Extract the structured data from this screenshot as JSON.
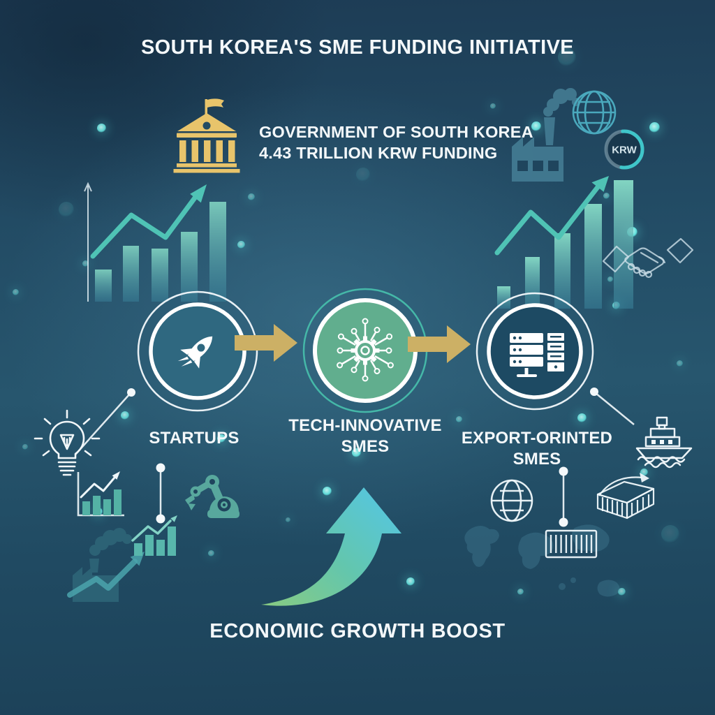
{
  "title": "SOUTH KOREA'S SME FUNDING INITIATIVE",
  "funding_source": {
    "icon": "government-building-icon",
    "line1": "GOVERNMENT OF SOUTH KOREA",
    "line2": "4.43 TRILLION KRW FUNDING"
  },
  "currency_badge": {
    "icon": "krw-ring-badge",
    "label": "KRW"
  },
  "flow": {
    "nodes": [
      {
        "id": "startups",
        "icon": "rocket-icon",
        "label": "STARTUPS",
        "sublabel": ""
      },
      {
        "id": "tech-innovative-smes",
        "icon": "gear-circuit-icon",
        "label": "TECH-INNOVATIVE",
        "sublabel": "SMES"
      },
      {
        "id": "export-oriented-smes",
        "icon": "server-rack-icon",
        "label": "EXPORT-ORINTED",
        "sublabel": "SMES"
      }
    ],
    "connector_icon": "gold-right-arrow"
  },
  "outcome": {
    "icon": "growth-curve-arrow-icon",
    "label": "ECONOMIC GROWTH BOOST"
  },
  "decorative_icons": [
    "factory-icon",
    "globe-icon",
    "rising-bar-chart-icon",
    "trend-arrow-icon",
    "handshake-icon",
    "lightbulb-icon",
    "mini-bar-chart-icon",
    "robot-arm-icon",
    "factory-silhouette-icon",
    "world-globe-icon",
    "ship-icon",
    "shipping-container-3d-icon",
    "shipping-container-icon",
    "world-map-icon"
  ],
  "theme": {
    "background_top": "#1d3c55",
    "background_mid": "#27566e",
    "background_bottom": "#1c4158",
    "text_white": "#f4f8fa",
    "gold": "#e8c46b",
    "arrow_gold": "#ccb065",
    "teal_accent": "#4fc3b5",
    "glow_dot": "#5fe0dc",
    "steel_icon": "#447c93",
    "startups_fill": "#2f6880",
    "tech_fill": "#61ae8e",
    "tech_ring": "#45b8a8",
    "export_fill": "#1d4a63",
    "hole": "#224b63",
    "hole2": "#1f455d",
    "robot_teal": "#58a89d",
    "silhouette": "#2f6779"
  }
}
